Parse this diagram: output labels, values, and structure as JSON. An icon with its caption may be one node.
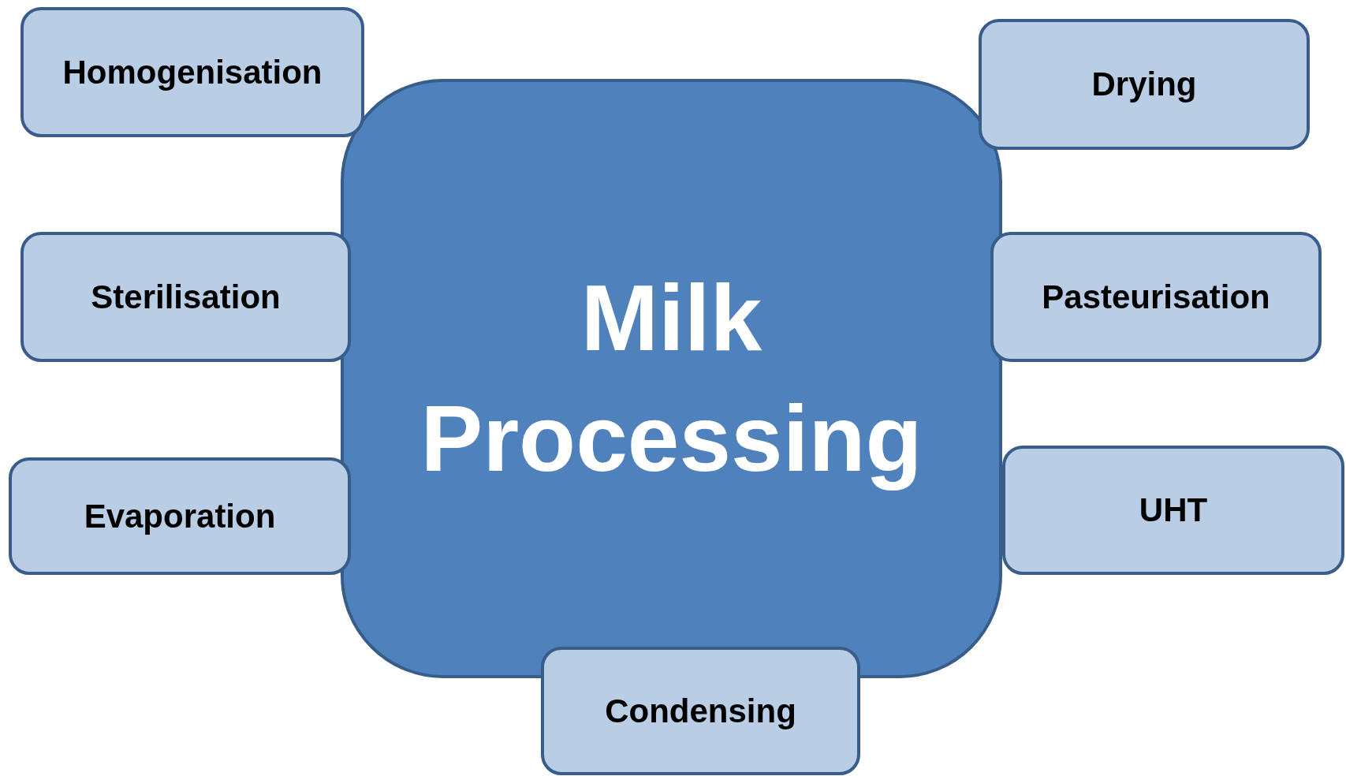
{
  "diagram": {
    "nodes": [
      {
        "text": [
          "Milk Processing"
        ]
      },
      {
        "text": [
          "Homogenisation"
        ]
      },
      {
        "text": [
          "Drying"
        ]
      },
      {
        "text": [
          "Sterilisation"
        ]
      },
      {
        "text": [
          "Pasteurisation"
        ]
      },
      {
        "text": [
          "Evaporation"
        ]
      },
      {
        "text": [
          "UHT"
        ]
      },
      {
        "text": [
          "Condensing"
        ]
      }
    ]
  }
}
